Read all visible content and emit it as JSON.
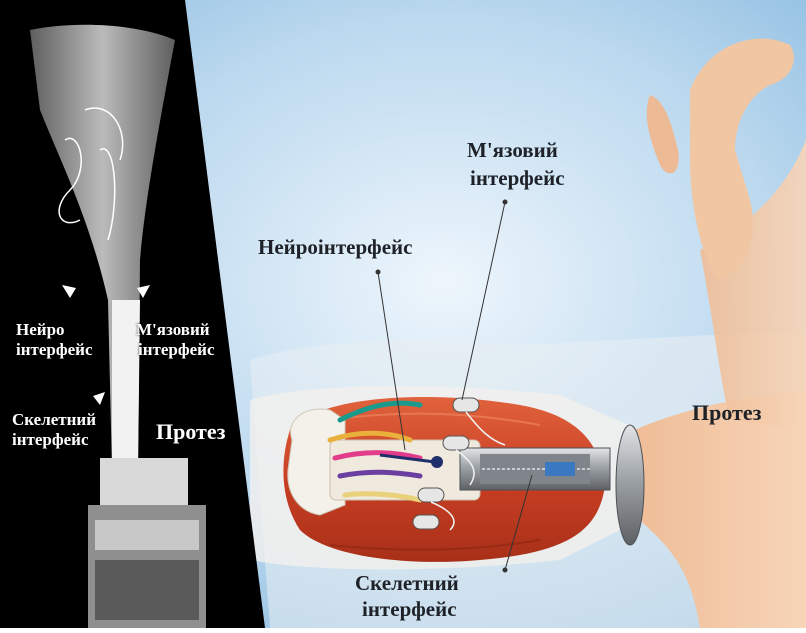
{
  "xray": {
    "neuro_label_line1": "Нейро",
    "neuro_label_line2": "інтерфейс",
    "muscle_label_line1": "М'язовий",
    "muscle_label_line2": "інтерфейс",
    "skeletal_label_line1": "Скелетний",
    "skeletal_label_line2": "інтерфейс",
    "prosthesis_label": "Протез"
  },
  "illustration": {
    "muscle_label_line1": "М'язовий",
    "muscle_label_line2": "інтерфейс",
    "neuro_label": "Нейроінтерфейс",
    "skeletal_label_line1": "Скелетний",
    "skeletal_label_line2": "інтерфейс",
    "prosthesis_label": "Протез"
  },
  "colors": {
    "background_blue": "#9cc6e6",
    "muscle": "#d24a2a",
    "skin": "#f3c7a3",
    "xray_black": "#000000"
  }
}
